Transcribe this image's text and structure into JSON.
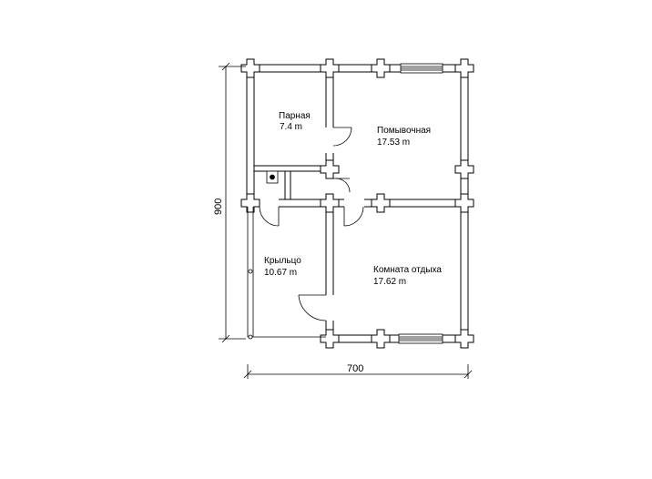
{
  "rooms": [
    {
      "id": "parnaya",
      "name": "Парная",
      "area": "7.4 m"
    },
    {
      "id": "pomyvochnaya",
      "name": "Помывочная",
      "area": "17.53 m"
    },
    {
      "id": "krylco",
      "name": "Крыльцо",
      "area": "10.67 m"
    },
    {
      "id": "komnata",
      "name": "Комната отдыха",
      "area": "17.62 m"
    }
  ],
  "dimensions": {
    "width": "700",
    "height": "900"
  },
  "colors": {
    "line": "#000000",
    "background": "#ffffff"
  }
}
